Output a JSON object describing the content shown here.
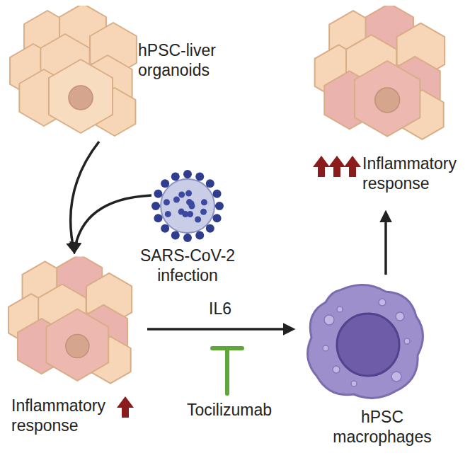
{
  "diagram": {
    "nodes": [
      {
        "text": [
          "hPSC-liver organoids"
        ]
      },
      {
        "text": [
          "SARS-CoV-2 infection"
        ]
      },
      {
        "text": [
          "Inflammatory response"
        ]
      },
      {
        "text": [
          "hPSC macrophages"
        ]
      },
      {
        "text": [
          "Inflammatory response"
        ]
      }
    ],
    "edges": [
      {
        "from": 0,
        "to": 2,
        "arrow": "to"
      },
      {
        "from": 1,
        "to": 2,
        "arrow": "to"
      },
      {
        "from": 2,
        "to": 3,
        "label": "IL6",
        "arrow": "to"
      },
      {
        "from": 3,
        "to": 4,
        "arrow": "to"
      }
    ],
    "labels": [
      "Tocilizumab"
    ]
  }
}
